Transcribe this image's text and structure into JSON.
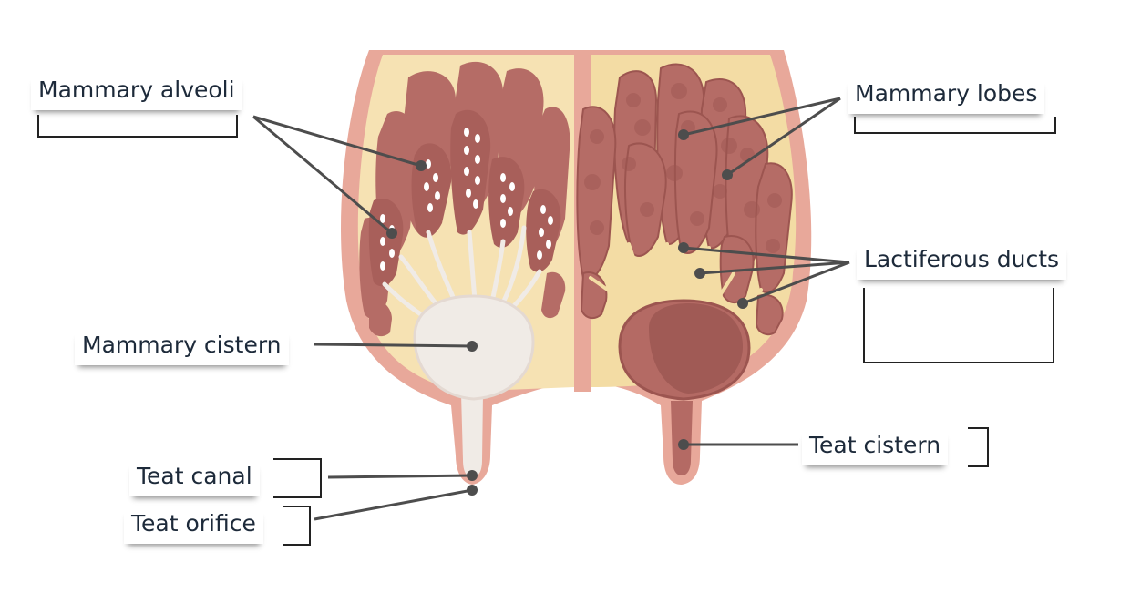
{
  "labels": {
    "mammary_alveoli": "Mammary alveoli",
    "mammary_lobes": "Mammary lobes",
    "lactiferous_ducts": "Lactiferous ducts",
    "mammary_cistern": "Mammary cistern",
    "teat_cistern": "Teat cistern",
    "teat_canal": "Teat canal",
    "teat_orifice": "Teat orifice"
  },
  "colors": {
    "skin": "#e8a89a",
    "fat": "#f6e2b3",
    "lobe": "#b56c66",
    "lobe_dark": "#9c5550",
    "cistern_light": "#f0ebe6",
    "cistern_dark": "#b46a64",
    "leader": "#4d4d4d",
    "text": "#1d2a3a"
  }
}
